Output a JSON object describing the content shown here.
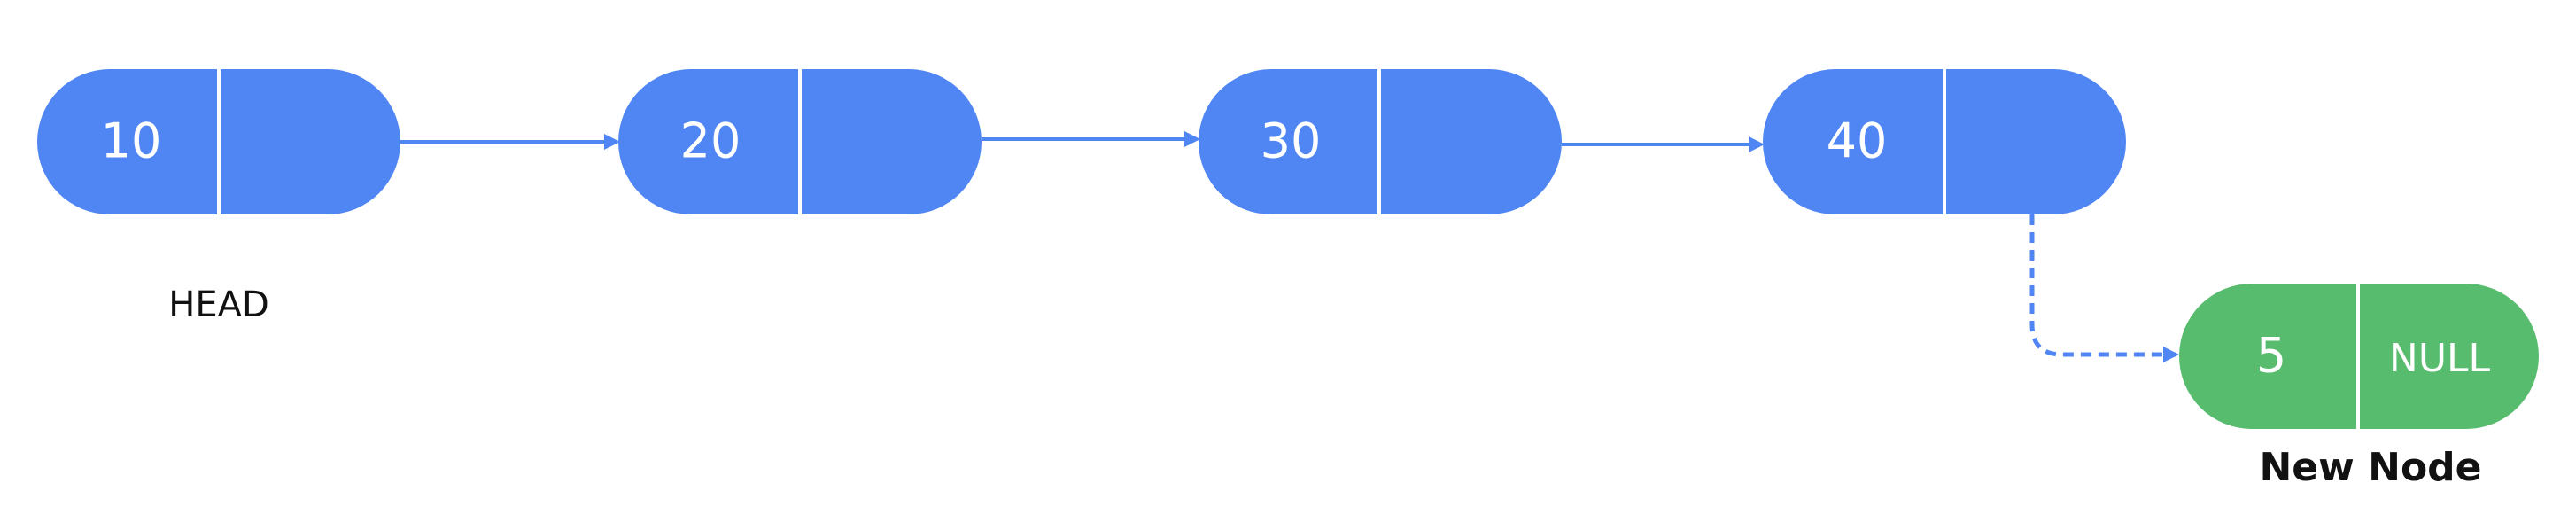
{
  "diagram": {
    "colors": {
      "existing_node": "#4F86F3",
      "new_node": "#58BC6E",
      "arrow": "#4F86F3",
      "divider": "#ffffff",
      "label": "#111111"
    },
    "nodes": [
      {
        "value": "10",
        "next": ""
      },
      {
        "value": "20",
        "next": ""
      },
      {
        "value": "30",
        "next": ""
      },
      {
        "value": "40",
        "next": ""
      }
    ],
    "head_label": "HEAD",
    "new_node": {
      "value": "5",
      "next": "NULL",
      "label": "New Node"
    }
  }
}
